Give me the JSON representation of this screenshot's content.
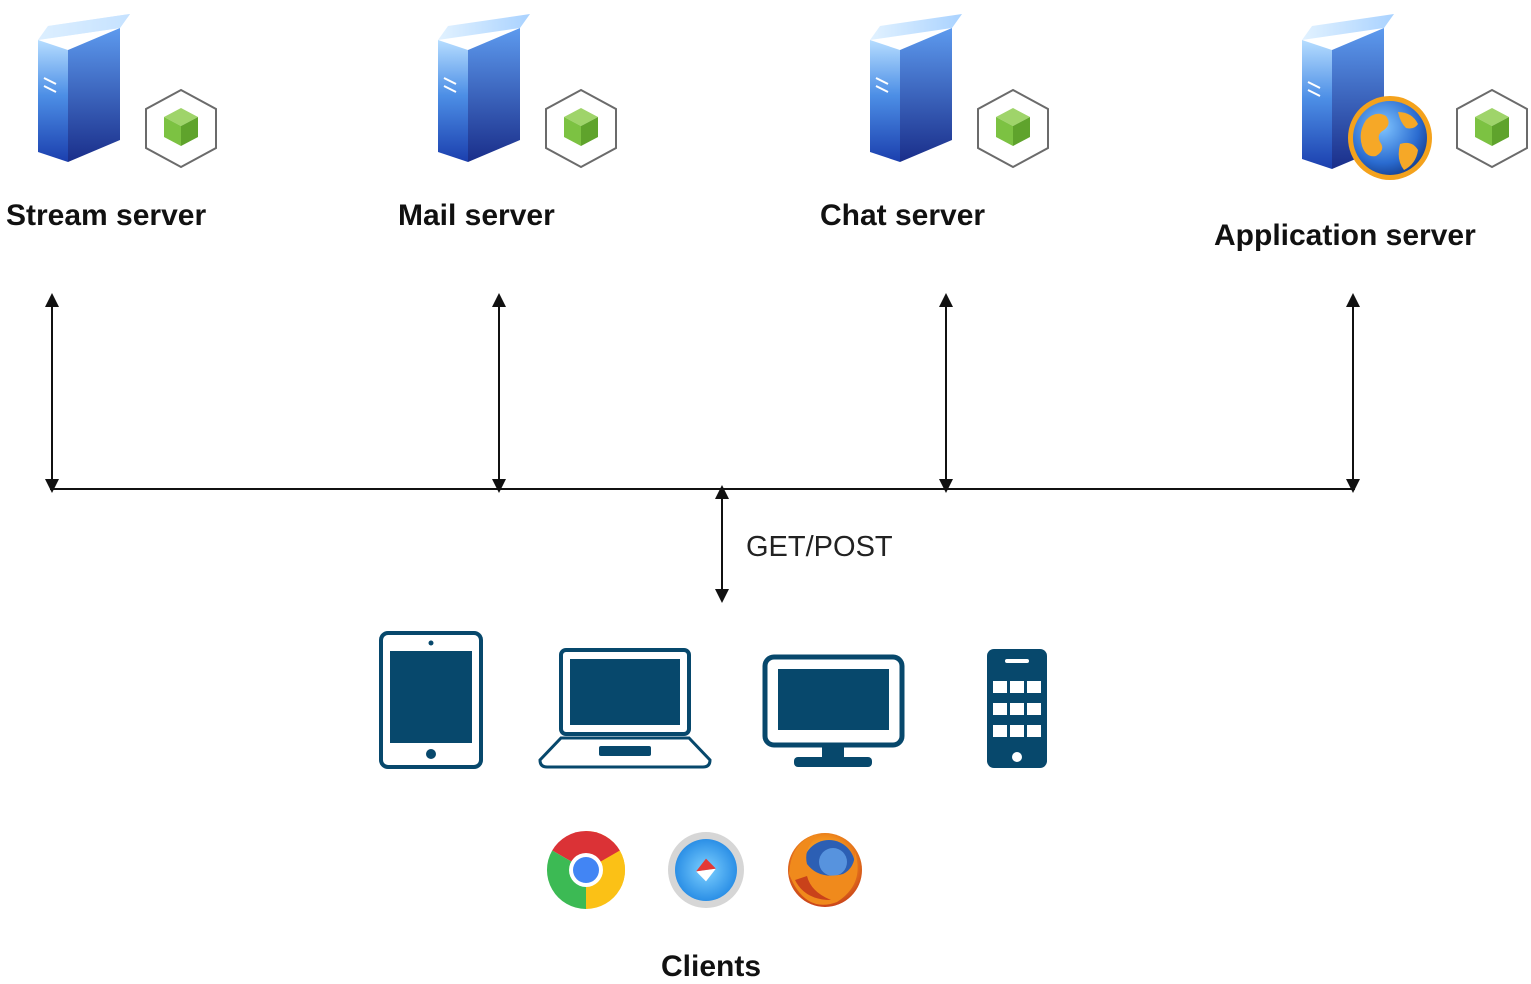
{
  "servers": [
    {
      "label": "Stream server",
      "icon": "server-icon",
      "badge": "node-cube-icon"
    },
    {
      "label": "Mail server",
      "icon": "server-icon",
      "badge": "node-cube-icon"
    },
    {
      "label": "Chat server",
      "icon": "server-icon",
      "badge": "node-cube-icon"
    },
    {
      "label": "Application server",
      "icon": "web-server-globe-icon",
      "badge": "node-cube-icon"
    }
  ],
  "connection": {
    "label": "GET/POST"
  },
  "clients": {
    "label": "Clients",
    "devices": [
      "tablet-icon",
      "laptop-icon",
      "desktop-monitor-icon",
      "mobile-phone-icon"
    ],
    "browsers": [
      "chrome-icon",
      "safari-icon",
      "firefox-icon"
    ]
  },
  "colors": {
    "server_blue": "#2f6fd6",
    "node_green": "#7cc242",
    "device_navy": "#07486c",
    "line": "#111111"
  }
}
